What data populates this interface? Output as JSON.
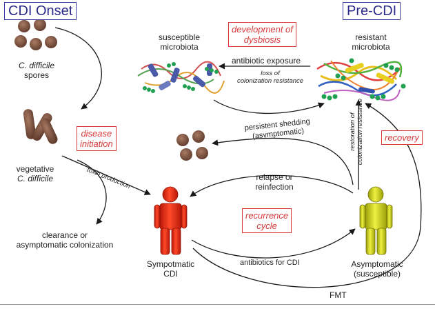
{
  "headers": {
    "cdi_onset": "CDI Onset",
    "pre_cdi": "Pre-CDI"
  },
  "labels": {
    "spores": [
      "C. difficile",
      "spores"
    ],
    "susceptible_microbiota": [
      "susceptible",
      "microbiota"
    ],
    "resistant_microbiota": [
      "resistant",
      "microbiota"
    ],
    "vegetative": [
      "vegetative",
      "C. difficile"
    ],
    "clearance": [
      "clearance or",
      "asymptomatic colonization"
    ],
    "sympotmatic": [
      "Sympotmatic",
      "CDI"
    ],
    "asymptomatic": [
      "Asymptomatic",
      "(susceptible)"
    ]
  },
  "boxes": {
    "dysbiosis": [
      "development of",
      "dysbiosis"
    ],
    "disease_initiation": [
      "disease",
      "initiation"
    ],
    "recurrence_cycle": [
      "recurrence",
      "cycle"
    ],
    "recovery": "recovery"
  },
  "arrows": {
    "antibiotic_exposure": "antibiotic exposure",
    "loss_colonization": [
      "loss of",
      "colonization resistance"
    ],
    "persistent_shedding": [
      "persistent shedding",
      "(asymptomatic)"
    ],
    "toxin_production": "toxin production",
    "relapse": [
      "relapse or",
      "reinfection"
    ],
    "antibiotics_cdi": "antibiotics for CDI",
    "fmt": "FMT",
    "restoration": [
      "restoration of",
      "colonization resistance"
    ]
  },
  "colors": {
    "arrow": "#1a1a1a",
    "header_border": "#3a3aa0",
    "box_red": "#d83a3a",
    "spore_brown": "#7a5040",
    "symptomatic_red": "#e02010",
    "asymptomatic_yellow": "#c8d010"
  }
}
